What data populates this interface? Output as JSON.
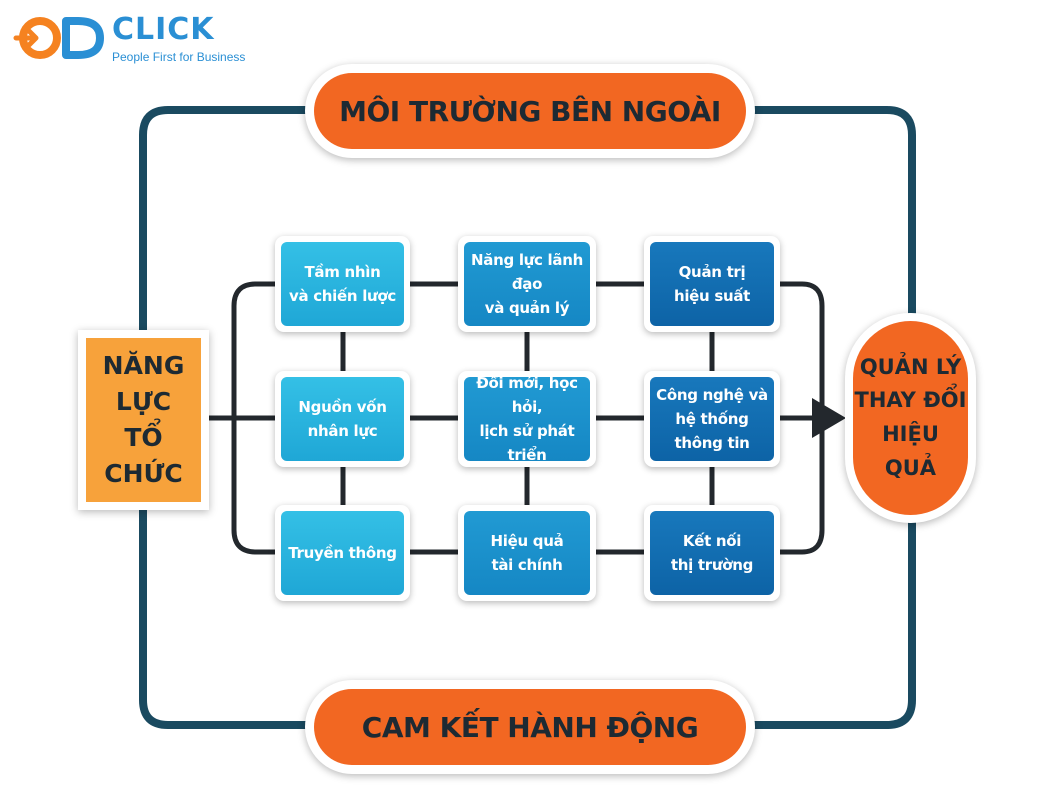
{
  "logo": {
    "click_text": "CLICK",
    "tagline": "People First for Business",
    "accent_blue": "#2a8fd4",
    "accent_orange": "#f58220"
  },
  "top_banner": "MÔI TRƯỜNG BÊN NGOÀI",
  "bottom_banner": "CAM KẾT HÀNH ĐỘNG",
  "left_box": "NĂNG LỰC\nTỔ CHỨC",
  "right_box": "QUẢN LÝ\nTHAY ĐỔI\nHIỆU QUẢ",
  "grid": [
    [
      "Tầm nhìn\nvà chiến lược",
      "Năng lực lãnh đạo\nvà quản lý",
      "Quản trị\nhiệu suất"
    ],
    [
      "Nguồn vốn\nnhân lực",
      "Đổi mới, học hỏi,\nlịch sử phát triển",
      "Công nghệ và\nhệ thống\nthông tin"
    ],
    [
      "Truyền thông",
      "Hiệu quả\ntài chính",
      "Kết nối\nthị trường"
    ]
  ],
  "colors": {
    "orange": "#f26722",
    "light_orange": "#f7a23b",
    "frame": "#1a4a60",
    "connector": "#23282d",
    "text_dark": "#1d2a33",
    "cell_col1": "#28b4e0",
    "cell_col2": "#1a90cc",
    "cell_col3": "#126eb2"
  }
}
